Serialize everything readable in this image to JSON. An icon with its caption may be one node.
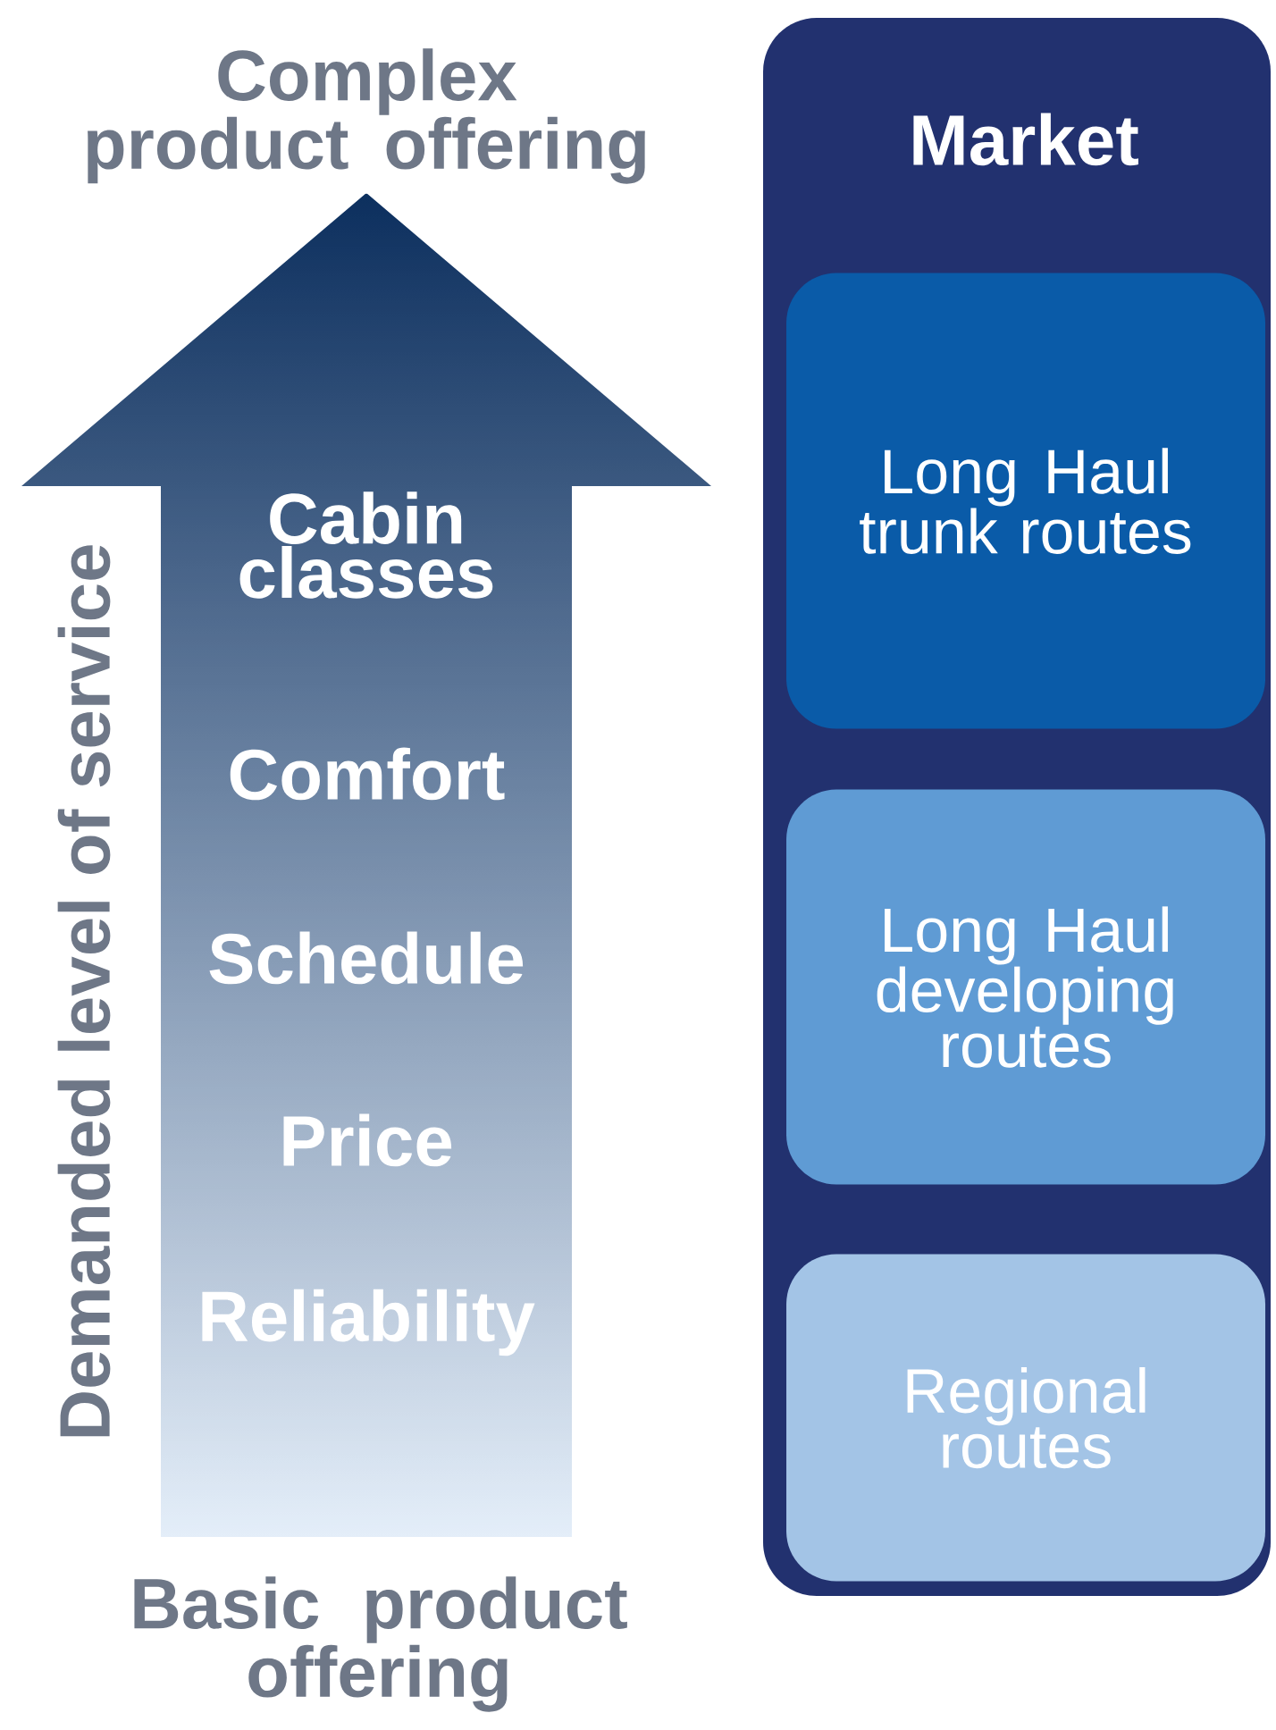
{
  "diagram": {
    "nodes": [
      {
        "text": [
          "Cabin classes",
          "Comfort",
          "Schedule",
          "Price",
          "Reliability"
        ]
      },
      {
        "text": [
          "Market"
        ]
      },
      {
        "text": [
          "Long Haul trunk routes"
        ],
        "in": 1
      },
      {
        "text": [
          "Long Haul developing routes"
        ],
        "in": 1
      },
      {
        "text": [
          "Regional routes"
        ],
        "in": 1
      }
    ],
    "labels": [
      "Complex product offering",
      "Demanded level of service",
      "Basic product offering"
    ]
  }
}
